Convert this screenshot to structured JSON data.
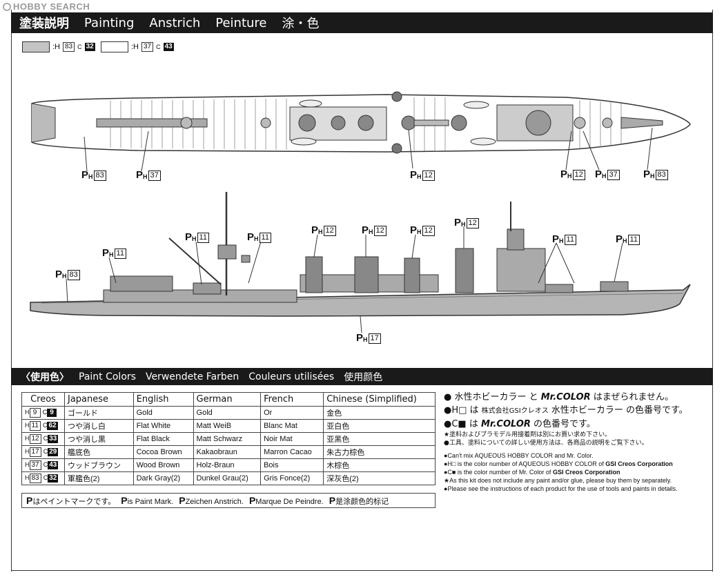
{
  "watermark": "HOBBY SEARCH",
  "header": {
    "ja": "塗装説明",
    "en": "Painting",
    "de": "Anstrich",
    "fr": "Peinture",
    "zh": "涂・色"
  },
  "legend": [
    {
      "h_prefix": ":H",
      "h": "83",
      "c_prefix": "C",
      "c": "32",
      "color": "#c4c4c4"
    },
    {
      "h_prefix": ":H",
      "h": "37",
      "c_prefix": "C",
      "c": "43",
      "color": "#ffffff"
    }
  ],
  "marks": {
    "top": [
      "83",
      "37",
      "12",
      "12",
      "37",
      "83"
    ],
    "side": [
      "83",
      "11",
      "11",
      "11",
      "12",
      "12",
      "12",
      "12",
      "11",
      "11",
      "17"
    ]
  },
  "paint_colors_header": {
    "ja": "〈使用色〉",
    "en": "Paint Colors",
    "de": "Verwendete Farben",
    "fr": "Couleurs utilisées",
    "zh": "使用颜色"
  },
  "table": {
    "headers": [
      "Creos",
      "Japanese",
      "English",
      "German",
      "French",
      "Chinese (Simplified)"
    ],
    "rows": [
      {
        "h": "9",
        "c": "9",
        "ja": "ゴールド",
        "en": "Gold",
        "de": "Gold",
        "fr": "Or",
        "zh": "金色"
      },
      {
        "h": "11",
        "c": "62",
        "ja": "つや消し白",
        "en": "Flat White",
        "de": "Matt WeiB",
        "fr": "Blanc Mat",
        "zh": "亚白色"
      },
      {
        "h": "12",
        "c": "33",
        "ja": "つや消し黒",
        "en": "Flat Black",
        "de": "Matt Schwarz",
        "fr": "Noir Mat",
        "zh": "亚黑色"
      },
      {
        "h": "17",
        "c": "29",
        "ja": "艦底色",
        "en": "Cocoa Brown",
        "de": "Kakaobraun",
        "fr": "Marron Cacao",
        "zh": "朱古力棕色"
      },
      {
        "h": "37",
        "c": "43",
        "ja": "ウッドブラウン",
        "en": "Wood Brown",
        "de": "Holz-Braun",
        "fr": "Bois",
        "zh": "木棕色"
      },
      {
        "h": "83",
        "c": "32",
        "ja": "軍艦色(2)",
        "en": "Dark Gray(2)",
        "de": "Dunkel Grau(2)",
        "fr": "Gris Fonce(2)",
        "zh": "深灰色(2)"
      }
    ]
  },
  "paint_mark": {
    "ja": "はペイントマークです。",
    "en": "is Paint Mark.",
    "de": "Zeichen Anstrich.",
    "fr": "Marque De Peindre.",
    "zh": "是涂颜色的标记"
  },
  "notes": {
    "ja1_a": "● 水性ホビーカラー と ",
    "ja1_b": "Mr.COLOR",
    "ja1_c": " はまぜられません。",
    "ja2_a": "●H□ は ",
    "ja2_b": "株式会社GSIクレオス",
    "ja2_c": " 水性ホビーカラー の色番号です。",
    "ja3_a": "●C■ は ",
    "ja3_b": "Mr.COLOR",
    "ja3_c": " の色番号です。",
    "ja4": "★塗料およびプラモデル用接着剤は別にお買い求め下さい。",
    "ja5": "●工具、塗料についての詳しい使用方法は、各商品の説明をご覧下さい。",
    "en1": "●Can't mix AQUEOUS HOBBY COLOR and Mr. Color.",
    "en2_a": "●H□ is the color number of AQUEOUS HOBBY COLOR of ",
    "en2_b": "GSI Creos Corporation",
    "en3_a": "●C■ is the color number of Mr. Color of ",
    "en3_b": "GSI Creos Corporation",
    "en4": "★As this kit does not include any paint and/or glue, please buy them by separately.",
    "en5": "●Please see the instructions of each product for the use of tools and paints in details."
  }
}
